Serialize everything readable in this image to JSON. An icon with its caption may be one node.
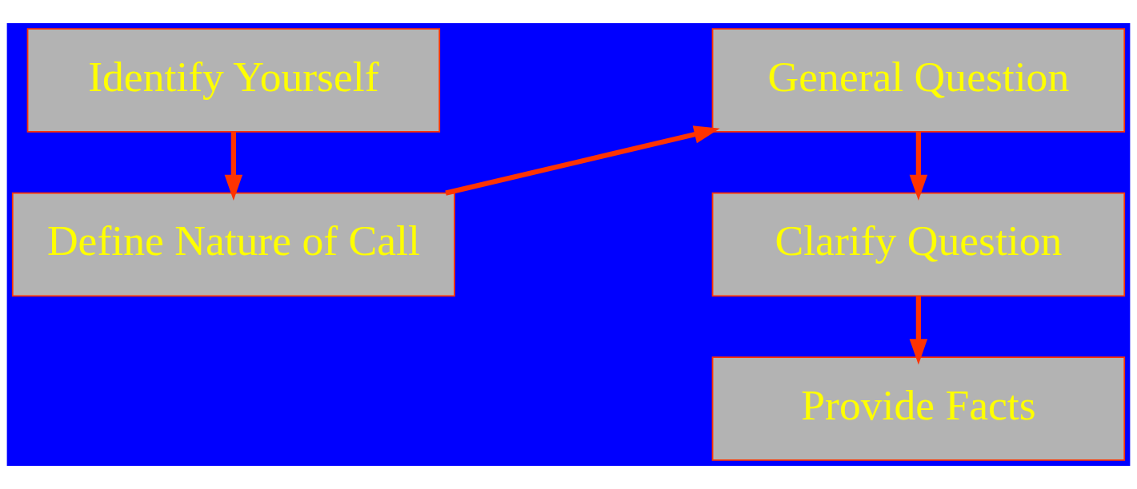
{
  "diagram": {
    "nodes": [
      {
        "text": [
          "Identify Yourself"
        ]
      },
      {
        "text": [
          "Define Nature of Call"
        ]
      },
      {
        "text": [
          "General Question"
        ]
      },
      {
        "text": [
          "Clarify Question"
        ]
      },
      {
        "text": [
          "Provide Facts"
        ]
      }
    ],
    "edges": [
      {
        "from": 0,
        "to": 1,
        "arrow": "to"
      },
      {
        "from": 1,
        "to": 2,
        "arrow": "to"
      },
      {
        "from": 2,
        "to": 3,
        "arrow": "to"
      },
      {
        "from": 3,
        "to": 4,
        "arrow": "to"
      }
    ]
  }
}
